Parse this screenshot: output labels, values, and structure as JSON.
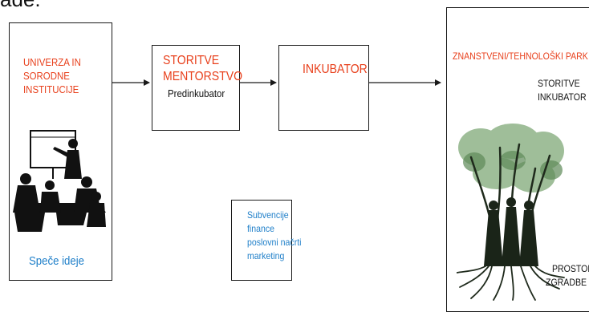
{
  "cropped_heading": "ade:",
  "boxes": {
    "universities": {
      "title_lines": [
        "UNIVERZA IN",
        "SORODNE",
        "INSTITUCIJE"
      ],
      "caption": "Speče ideje",
      "illustration_icon": "meeting-presentation-silhouette"
    },
    "mentoring": {
      "title_lines": [
        "STORITVE",
        "MENTORSTVO"
      ],
      "subtitle": "Predinkubator"
    },
    "incubator": {
      "title": "INKUBATOR"
    },
    "support": {
      "lines": [
        "Subvencije",
        "finance",
        "poslovni načrti",
        "marketing"
      ]
    },
    "park": {
      "title": "ZNANSTVENI/TEHNOLOŠKI PARK",
      "services_lines": [
        "STORITVE",
        "INKUBATOR"
      ],
      "premises_lines": [
        "PROSTOR",
        "ZGRADBE"
      ],
      "illustration_icon": "tree-people-roots"
    }
  },
  "colors": {
    "title_accent": "#e8401c",
    "caption_accent": "#1f7fc9",
    "border": "#1a1a1a"
  }
}
